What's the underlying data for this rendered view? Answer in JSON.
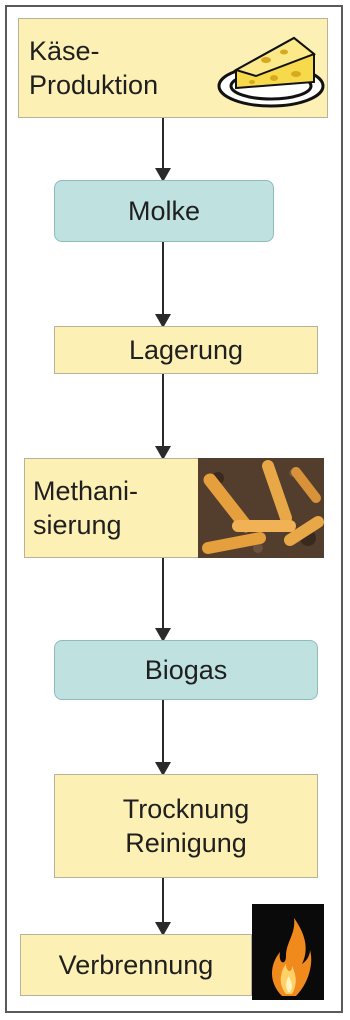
{
  "nodes": {
    "kaese": {
      "line1": "Käse-",
      "line2": "Produktion"
    },
    "molke": "Molke",
    "lagerung": "Lagerung",
    "methanisierung": {
      "line1": "Methani-",
      "line2": "sierung"
    },
    "biogas": "Biogas",
    "trocknung": {
      "line1": "Trocknung",
      "line2": "Reinigung"
    },
    "verbrennung": "Verbrennung"
  },
  "images": {
    "cheese": "cheese-plate-image",
    "bacteria": "methane-bacteria-micrograph",
    "flame": "flame-image"
  },
  "colors": {
    "box_yellow": "#fdf0b5",
    "box_teal": "#bfe2e0",
    "arrow": "#2a2a2a",
    "frame": "#5a5a5a"
  }
}
